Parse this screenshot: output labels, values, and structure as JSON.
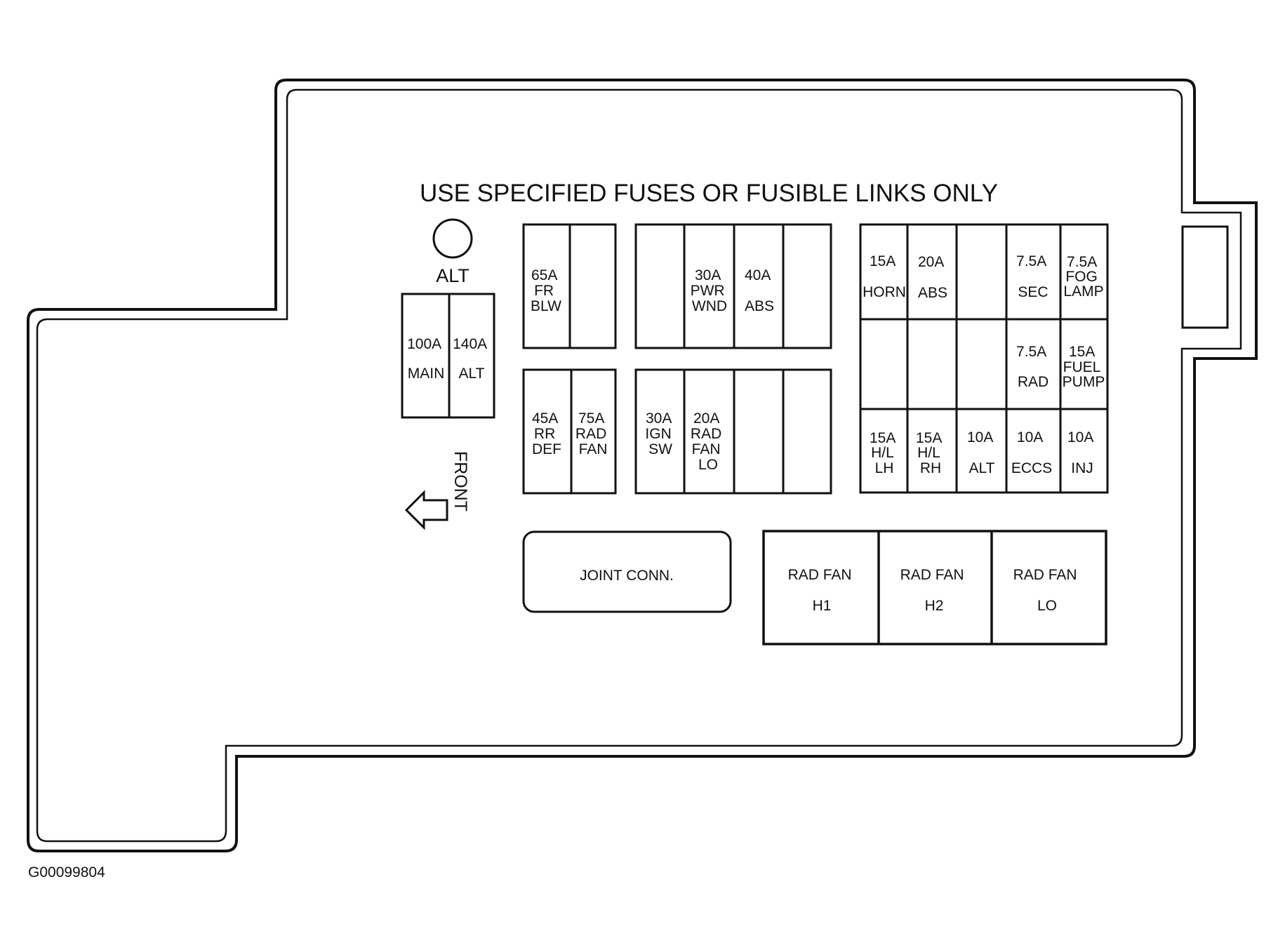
{
  "header": "USE SPECIFIED FUSES OR FUSIBLE LINKS ONLY",
  "alt_terminal": {
    "label": "ALT"
  },
  "front": {
    "label": "FRONT"
  },
  "figure_id": "G00099804",
  "fusible_links": {
    "link_100a": [
      "100A",
      "MAIN"
    ],
    "link_140a": [
      "140A",
      "ALT"
    ]
  },
  "fuse_block_a": {
    "fuse_65a": [
      "65A",
      "FR",
      "BLW"
    ],
    "fuse_45a": [
      "45A",
      "RR",
      "DEF"
    ],
    "fuse_75a": [
      "75A",
      "RAD",
      "FAN"
    ]
  },
  "fuse_block_b": {
    "fuse_30a_pwr": [
      "30A",
      "PWR",
      "WND"
    ],
    "fuse_40a": [
      "40A",
      "ABS"
    ],
    "fuse_30a_ign": [
      "30A",
      "IGN",
      "SW"
    ],
    "fuse_20a_rad": [
      "20A",
      "RAD",
      "FAN",
      "LO"
    ]
  },
  "fuse_block_c": {
    "fuse_15a_horn": [
      "15A",
      "HORN"
    ],
    "fuse_20a_abs": [
      "20A",
      "ABS"
    ],
    "fuse_75a_sec": [
      "7.5A",
      "SEC"
    ],
    "fuse_75a_fog": [
      "7.5A",
      "FOG",
      "LAMP"
    ],
    "fuse_75a_rad": [
      "7.5A",
      "RAD"
    ],
    "fuse_15a_fuel": [
      "15A",
      "FUEL",
      "PUMP"
    ],
    "fuse_15a_lh": [
      "15A",
      "H/L",
      "LH"
    ],
    "fuse_15a_rh": [
      "15A",
      "H/L",
      "RH"
    ],
    "fuse_10a_alt": [
      "10A",
      "ALT"
    ],
    "fuse_10a_eccs": [
      "10A",
      "ECCS"
    ],
    "fuse_10a_inj": [
      "10A",
      "INJ"
    ]
  },
  "joint_connector": "JOINT CONN.",
  "relays": {
    "rad_fan_h1": [
      "RAD FAN",
      "H1"
    ],
    "rad_fan_h2": [
      "RAD FAN",
      "H2"
    ],
    "rad_fan_lo": [
      "RAD FAN",
      "LO"
    ]
  }
}
